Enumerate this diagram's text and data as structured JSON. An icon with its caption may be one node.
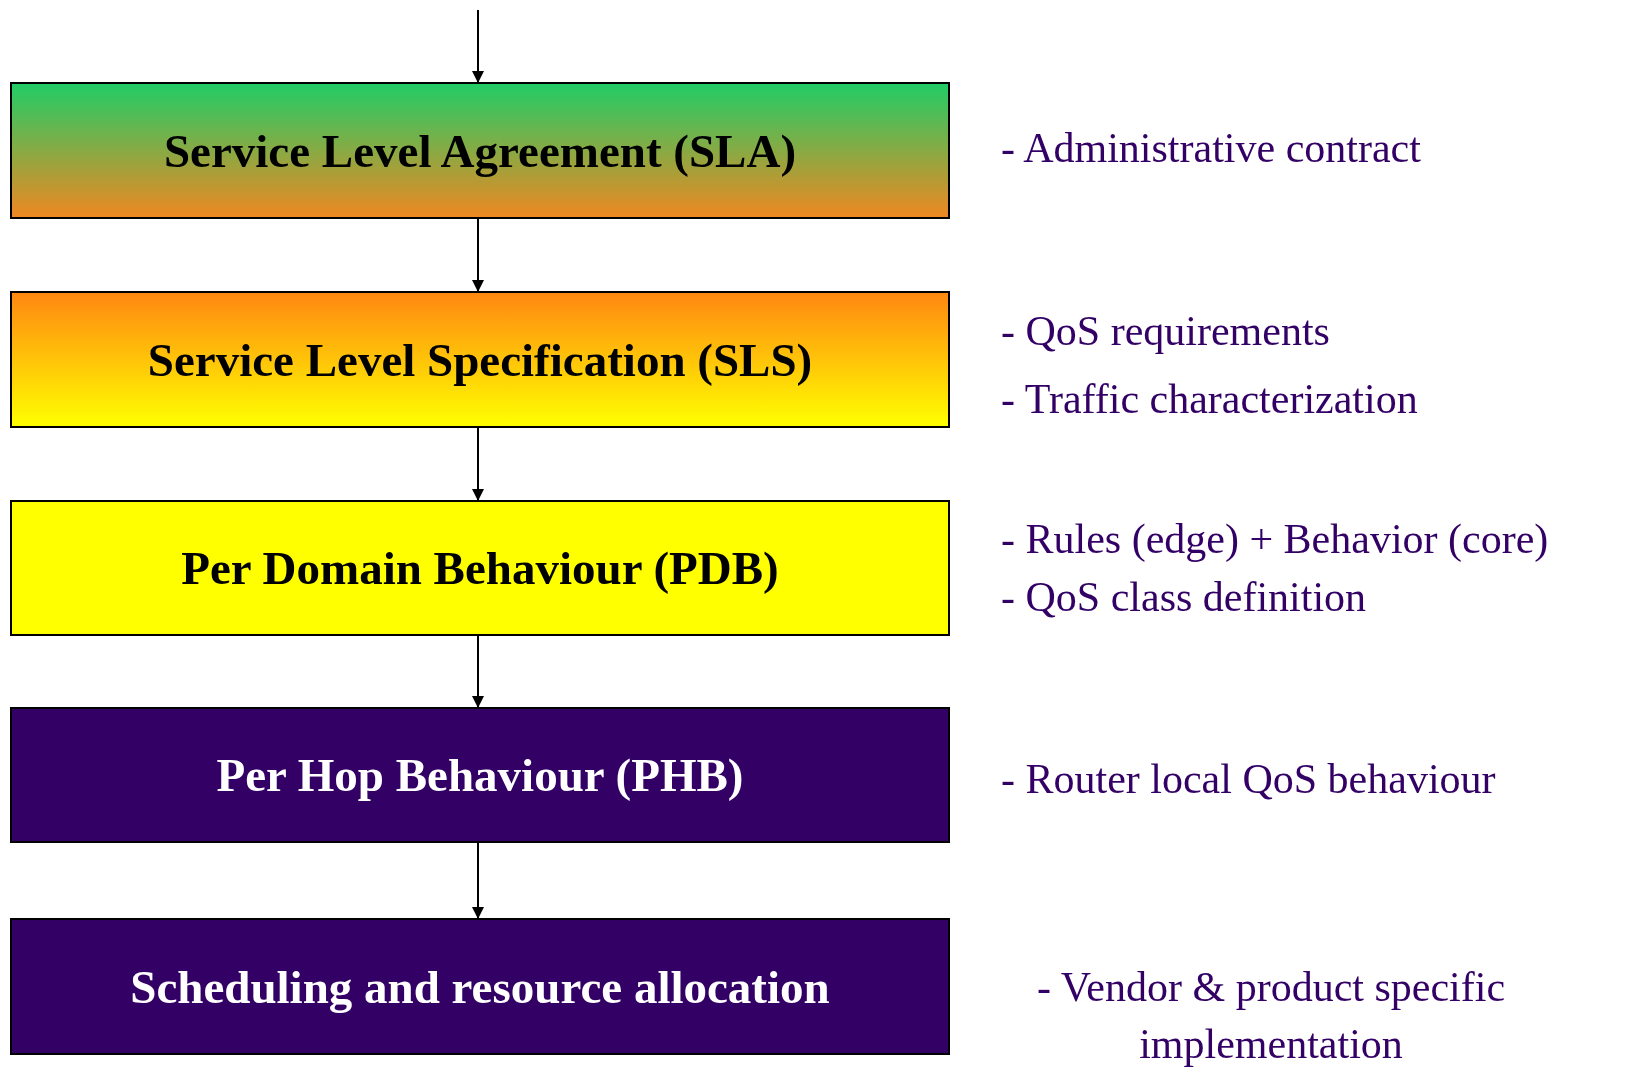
{
  "diagram": {
    "nodes": [
      {
        "text": [
          "Service Level Agreement (SLA)"
        ],
        "beside": [
          "- Administrative contract"
        ]
      },
      {
        "text": [
          "Service Level Specification (SLS)"
        ],
        "beside": [
          "- QoS requirements",
          "- Traffic characterization"
        ]
      },
      {
        "text": [
          "Per Domain Behaviour (PDB)"
        ],
        "beside": [
          "- Rules (edge) + Behavior (core)",
          "- QoS class definition"
        ]
      },
      {
        "text": [
          "Per Hop Behaviour (PHB)"
        ],
        "beside": [
          "- Router local QoS behaviour"
        ]
      },
      {
        "text": [
          "Scheduling and resource allocation"
        ],
        "beside": [
          "- Vendor & product specific implementation"
        ]
      }
    ],
    "edges": [
      {
        "from": null,
        "to": 0,
        "arrow": "to"
      },
      {
        "from": 0,
        "to": 1,
        "arrow": "to"
      },
      {
        "from": 1,
        "to": 2,
        "arrow": "to"
      },
      {
        "from": 2,
        "to": 3,
        "arrow": "to"
      },
      {
        "from": 3,
        "to": 4,
        "arrow": "to"
      }
    ]
  }
}
